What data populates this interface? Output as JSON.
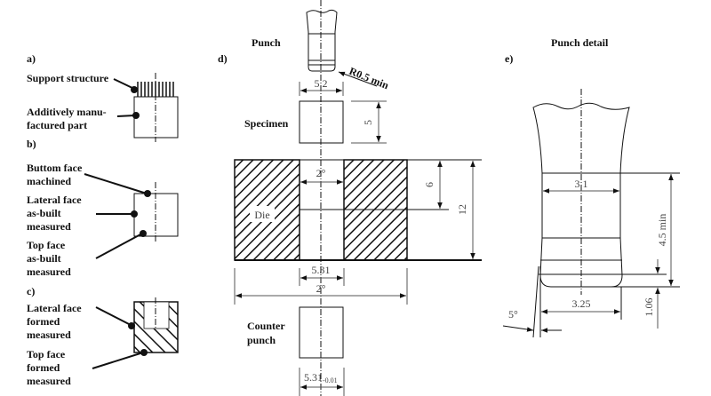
{
  "panel_a": {
    "label": "a)",
    "support": "Support structure",
    "part_line1": "Additively manu-",
    "part_line2": "factured part"
  },
  "panel_b": {
    "label": "b)",
    "bottom1": "Buttom face",
    "bottom2": "machined",
    "lateral1": "Lateral face",
    "lateral2": "as-built",
    "lateral3": "measured",
    "top1": "Top face",
    "top2": "as-built",
    "top3": "measured"
  },
  "panel_c": {
    "label": "c)",
    "lateral1": "Lateral face",
    "lateral2": "formed",
    "lateral3": "measured",
    "top1": "Top face",
    "top2": "formed",
    "top3": "measured"
  },
  "panel_d": {
    "label": "d)",
    "punch": "Punch",
    "radius": "R0.5 min",
    "dim_punch": "5.2",
    "specimen": "Specimen",
    "dim_specimen": "5",
    "die": "Die",
    "angle_top": "2°",
    "dim_6": "6",
    "dim_12": "12",
    "dim_bore": "5.31",
    "angle_bottom": "2°",
    "counter1": "Counter",
    "counter2": "punch",
    "dim_counter": "5.31",
    "dim_counter_tol": "-0.01"
  },
  "panel_e": {
    "label": "e)",
    "title": "Punch detail",
    "dim_31": "3.1",
    "dim_45": "4.5 min",
    "dim_106": "1.06",
    "dim_325": "3.25",
    "angle": "5°"
  }
}
